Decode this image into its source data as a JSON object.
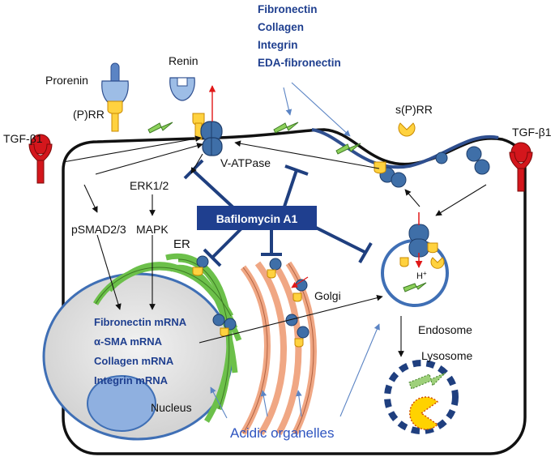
{
  "labels": {
    "prorenin": "Prorenin",
    "renin": "Renin",
    "prr": "(P)RR",
    "tgf_left": "TGF-β1",
    "tgf_right": "TGF-β1",
    "sprr": "s(P)RR",
    "vatpase": "V-ATPase",
    "erk": "ERK1/2",
    "psmad": "pSMAD2/3",
    "mapk": "MAPK",
    "bafilomycin": "Bafilomycin A1",
    "er": "ER",
    "golgi": "Golgi",
    "endosome": "Endosome",
    "lysosome": "Lysosome",
    "nucleus": "Nucleus",
    "hplus": "H",
    "hplus_sup": "+",
    "acidic": "Acidic organelles"
  },
  "ecm_list": [
    "Fibronectin",
    "Collagen",
    "Integrin",
    "EDA-fibronectin"
  ],
  "mrna_list": [
    "Fibronectin mRNA",
    "α-SMA mRNA",
    "Collagen mRNA",
    "Integrin mRNA"
  ],
  "colors": {
    "membrane": "#111111",
    "inhibitor": "#1f3f7f",
    "receptor_red": "#d4161c",
    "atpase_blue": "#3f6fa8",
    "er_green": "#6cc04a",
    "golgi_salmon": "#f0a784",
    "endosome_blue": "#3f6fb5",
    "prr_yellow": "#ffd23f",
    "text_blue": "#1f3f8f",
    "arrow_blue": "#5b84c4"
  }
}
